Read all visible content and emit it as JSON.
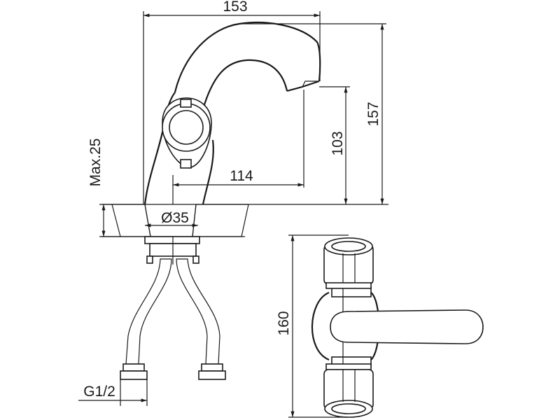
{
  "drawing": {
    "dimensions": {
      "overall_width": "153",
      "overall_height": "157",
      "spout_height": "103",
      "spout_reach": "114",
      "max_thickness": "Max.25",
      "hole_diameter": "Ø35",
      "thread": "G1/2",
      "handle_length": "160"
    },
    "colors": {
      "line": "#1a1a1a",
      "background": "#ffffff"
    }
  }
}
